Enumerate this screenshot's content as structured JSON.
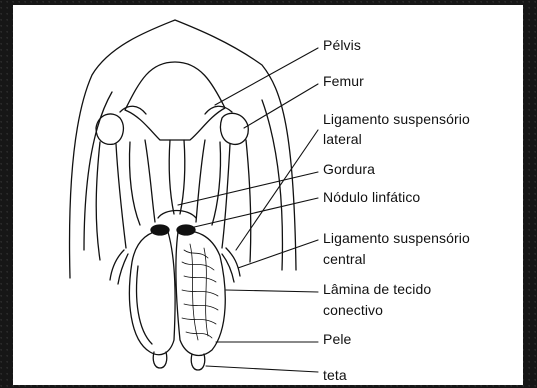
{
  "labels": {
    "pelvis": "Pélvis",
    "femur": "Femur",
    "lateral_ligament_line1": "Ligamento suspensório",
    "lateral_ligament_line2": "lateral",
    "fat": "Gordura",
    "lymph_node": "Nódulo linfático",
    "central_ligament_line1": "Ligamento suspensório",
    "central_ligament_line2": "central",
    "connective_tissue_line1": "Lâmina de tecido",
    "connective_tissue_line2": "conectivo",
    "skin": "Pele",
    "teat": "teta"
  },
  "colors": {
    "ink": "#111111",
    "paper": "#ffffff",
    "border": "#161616"
  }
}
